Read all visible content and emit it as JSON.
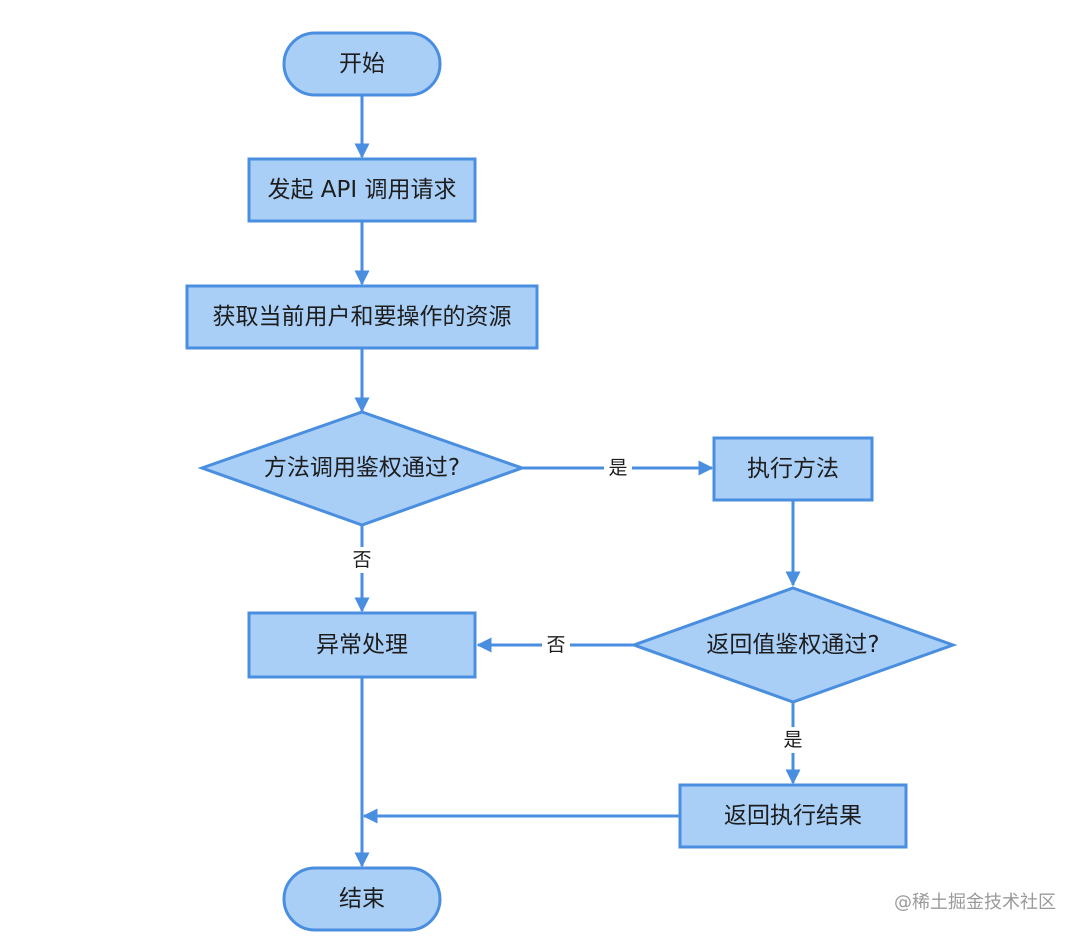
{
  "nodes": {
    "start": "开始",
    "send_request": "发起 API 调用请求",
    "get_resource": "获取当前用户和要操作的资源",
    "method_auth": "方法调用鉴权通过?",
    "execute_method": "执行方法",
    "exception": "异常处理",
    "return_auth": "返回值鉴权通过?",
    "return_result": "返回执行结果",
    "end": "结束"
  },
  "edge_labels": {
    "method_auth_yes": "是",
    "method_auth_no": "否",
    "return_auth_no": "否",
    "return_auth_yes": "是"
  },
  "watermark": "@稀土掘金技术社区",
  "colors": {
    "node_fill": "#a9cff7",
    "node_stroke": "#4a8ee0",
    "edge": "#4a8ee0"
  }
}
